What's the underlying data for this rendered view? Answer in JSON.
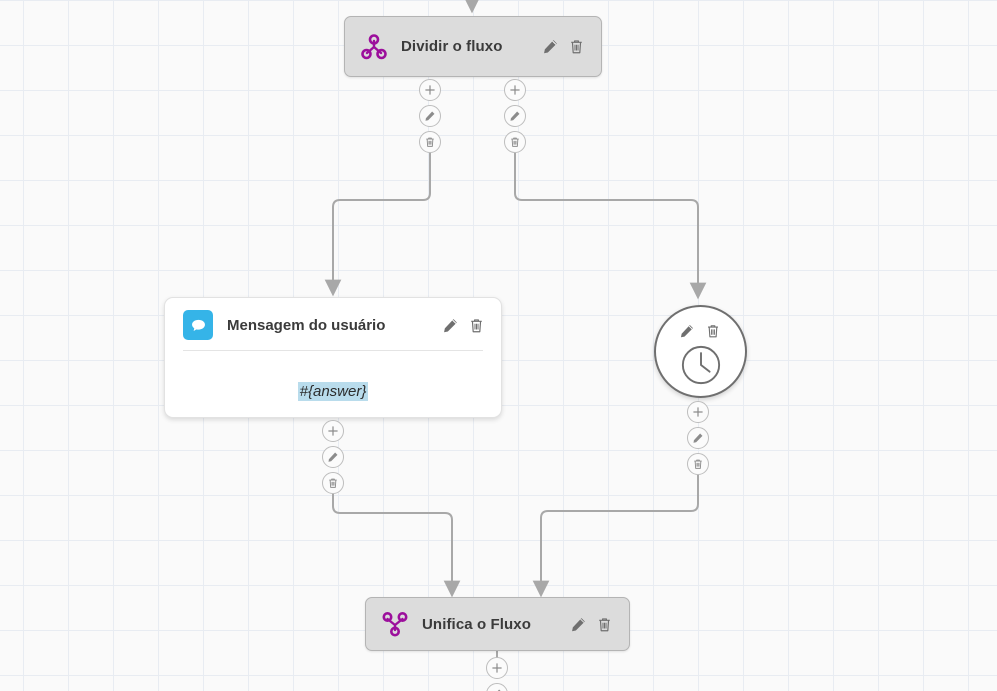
{
  "canvas": {
    "background_color": "#fafafa",
    "grid_color": "#e8ecf2",
    "grid_size": 45
  },
  "palette": {
    "split_merge_icon": "#9c0f9c",
    "chat_icon_bg": "#35b4e8",
    "node_gray": "#dcdcdc",
    "node_border_gray": "#b4b4b4",
    "variable_highlight": "#b9dcec",
    "edge_color": "#a8a8a8",
    "action_icon": "#6f6f6f"
  },
  "nodes": [
    {
      "id": "split",
      "type": "split-flow",
      "title": "Dividir o fluxo",
      "icon": "split-flow-icon",
      "actions": [
        "edit-icon",
        "delete-icon"
      ]
    },
    {
      "id": "user-message",
      "type": "user-message",
      "title": "Mensagem do usuário",
      "icon": "chat-bubble-icon",
      "variable": "#{answer}",
      "actions": [
        "edit-icon",
        "delete-icon"
      ]
    },
    {
      "id": "timer",
      "type": "timer",
      "title": "",
      "icon": "clock-icon",
      "actions": [
        "edit-icon",
        "delete-icon"
      ]
    },
    {
      "id": "merge",
      "type": "merge-flow",
      "title": "Unifica o Fluxo",
      "icon": "merge-flow-icon",
      "actions": [
        "edit-icon",
        "delete-icon"
      ]
    }
  ],
  "connector_buttons": {
    "add_label": "add-icon",
    "edit_label": "edit-icon",
    "delete_label": "delete-icon"
  },
  "connectors": [
    {
      "id": "split-out-left",
      "buttons": [
        "add-icon",
        "edit-icon",
        "delete-icon"
      ]
    },
    {
      "id": "split-out-right",
      "buttons": [
        "add-icon",
        "edit-icon",
        "delete-icon"
      ]
    },
    {
      "id": "message-out",
      "buttons": [
        "add-icon",
        "edit-icon",
        "delete-icon"
      ]
    },
    {
      "id": "timer-out",
      "buttons": [
        "add-icon",
        "edit-icon",
        "delete-icon"
      ]
    },
    {
      "id": "merge-out",
      "buttons": [
        "add-icon"
      ]
    }
  ]
}
